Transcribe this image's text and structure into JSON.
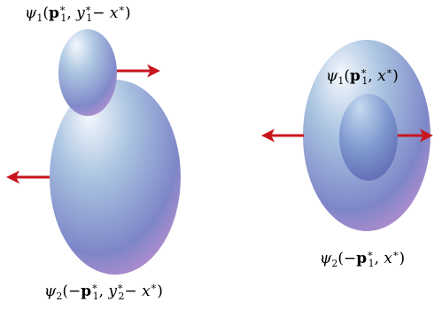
{
  "colors": {
    "arrow": "#c8161d",
    "blob_light": "#f4f8fd",
    "blob_mid": "#a9c3e0",
    "blob_dark": "#7e86c8",
    "blob_pink": "#c98fd0"
  },
  "left_panel": {
    "inner_state_label": {
      "func": "ψ",
      "func_sub": "1",
      "open": "(",
      "arg1": "p",
      "arg1_sup": "∗",
      "arg1_sub": "1",
      "sep": ", ",
      "arg2": "y",
      "arg2_sup": "∗",
      "arg2_sub": "1",
      "minus": "− ",
      "arg3": "x",
      "arg3_sup": "∗",
      "close": ")"
    },
    "outer_state_label": {
      "func": "ψ",
      "func_sub": "2",
      "open": "(−",
      "arg1": "p",
      "arg1_sup": "∗",
      "arg1_sub": "1",
      "sep": ", ",
      "arg2": "y",
      "arg2_sup": "∗",
      "arg2_sub": "2",
      "minus": "− ",
      "arg3": "x",
      "arg3_sup": "∗",
      "close": ")"
    },
    "arrows": [
      "right",
      "left"
    ]
  },
  "right_panel": {
    "inner_state_label": {
      "func": "ψ",
      "func_sub": "1",
      "open": "(",
      "arg1": "p",
      "arg1_sup": "∗",
      "arg1_sub": "1",
      "sep": ", ",
      "arg3": "x",
      "arg3_sup": "∗",
      "close": ")"
    },
    "outer_state_label": {
      "func": "ψ",
      "func_sub": "2",
      "open": "(−",
      "arg1": "p",
      "arg1_sup": "∗",
      "arg1_sub": "1",
      "sep": ", ",
      "arg3": "x",
      "arg3_sup": "∗",
      "close": ")"
    },
    "arrows": [
      "left",
      "right"
    ]
  }
}
